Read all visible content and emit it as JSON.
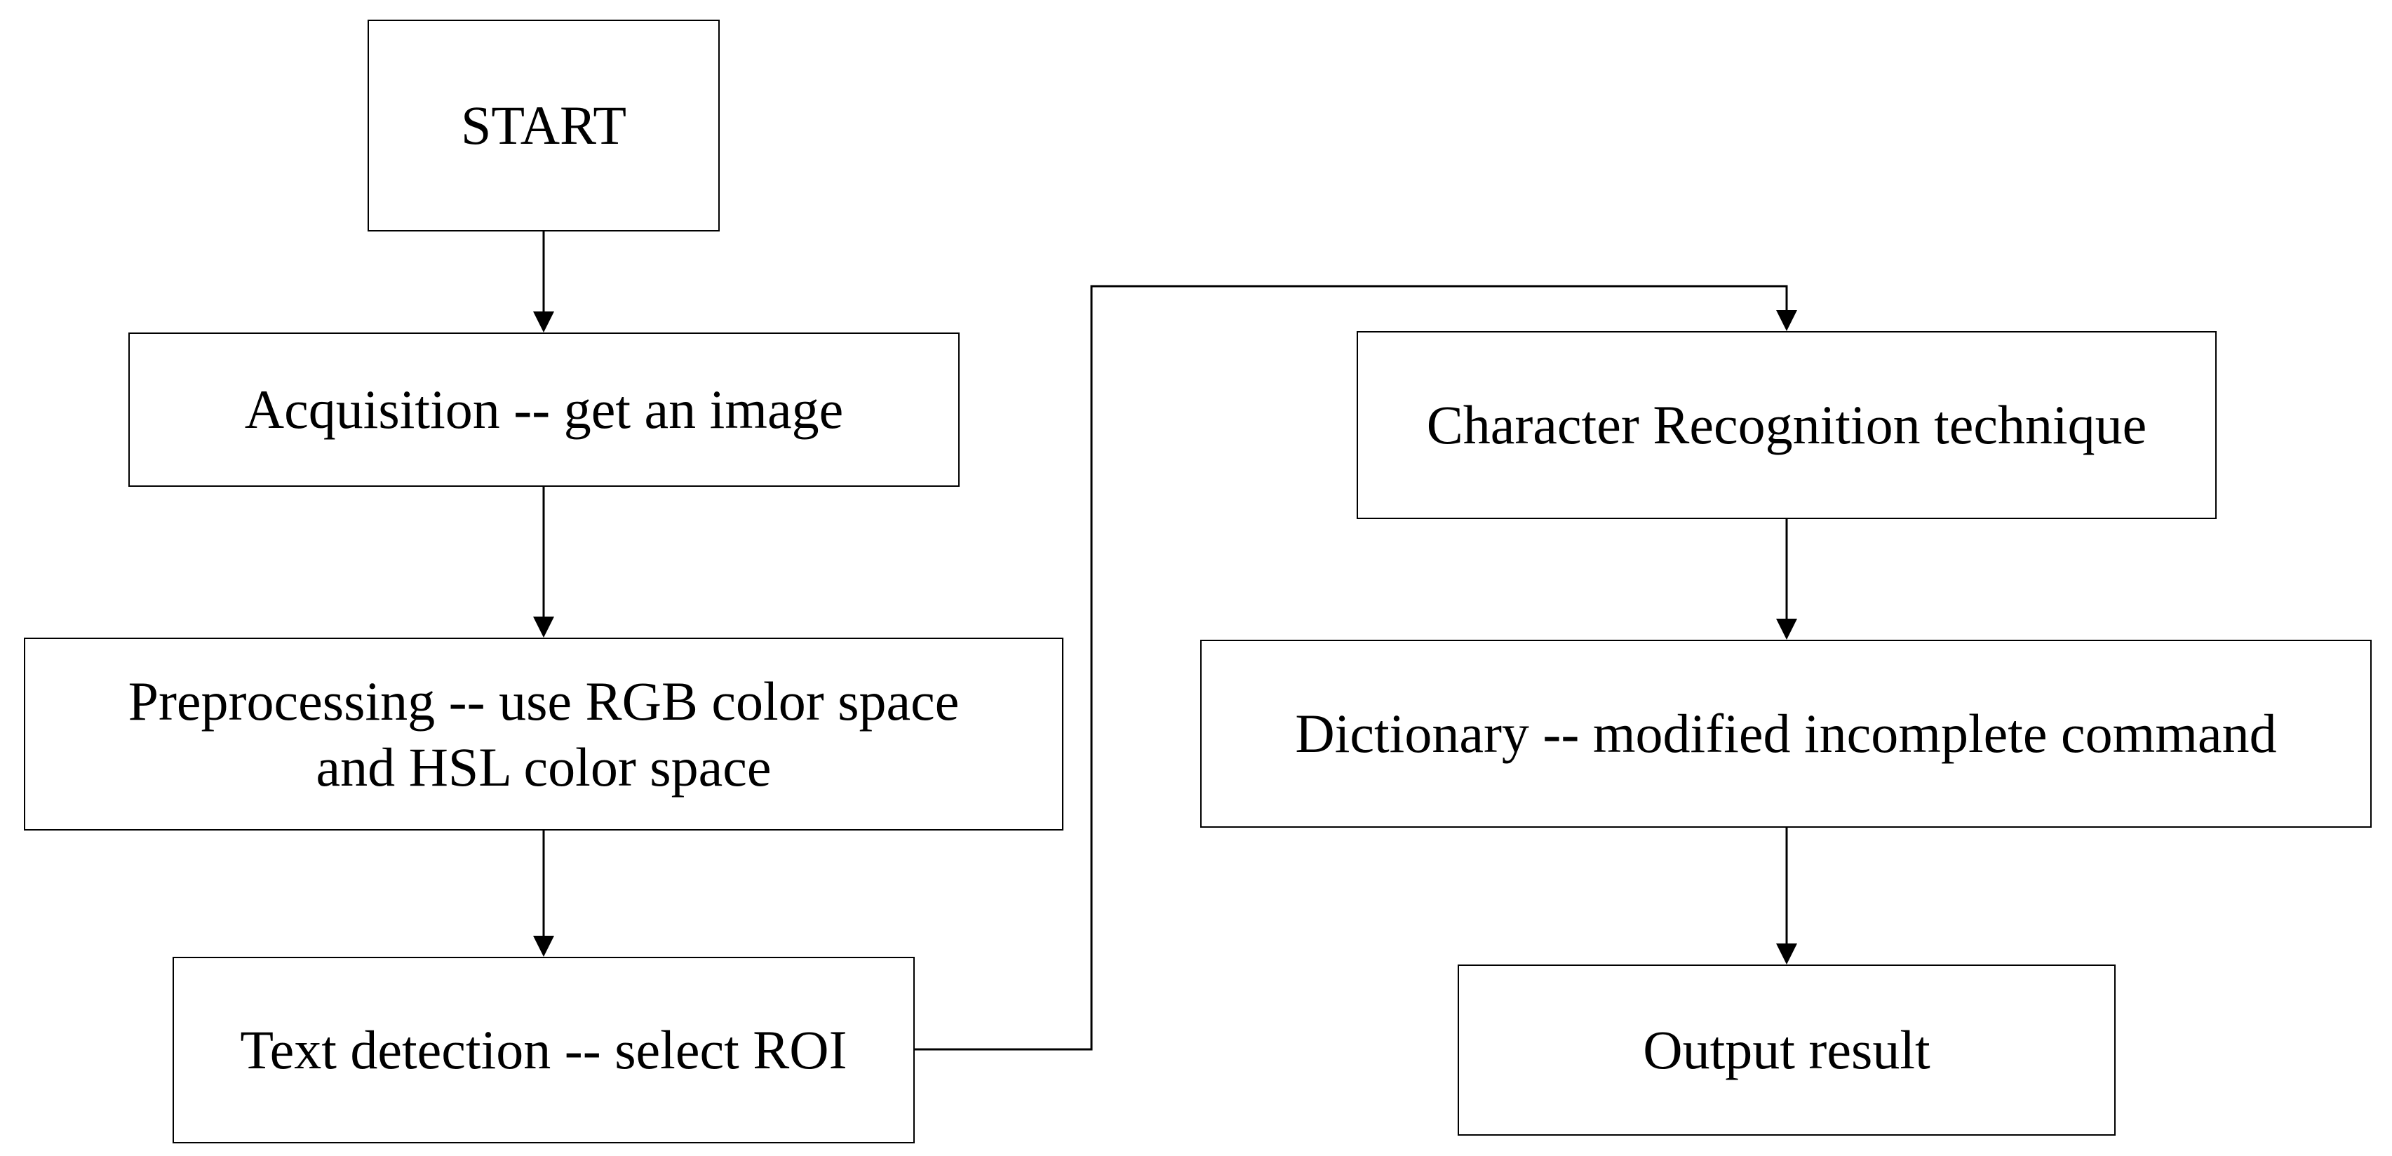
{
  "steps": {
    "start": "START",
    "acquisition": "Acquisition -- get an image",
    "preprocessing": "Preprocessing -- use RGB color space\nand HSL color space",
    "text_detection": "Text detection -- select ROI",
    "character_recognition": "Character Recognition technique",
    "dictionary": "Dictionary -- modified incomplete command",
    "output": "Output result"
  },
  "colors": {
    "stroke": "#000000",
    "background": "#ffffff"
  }
}
